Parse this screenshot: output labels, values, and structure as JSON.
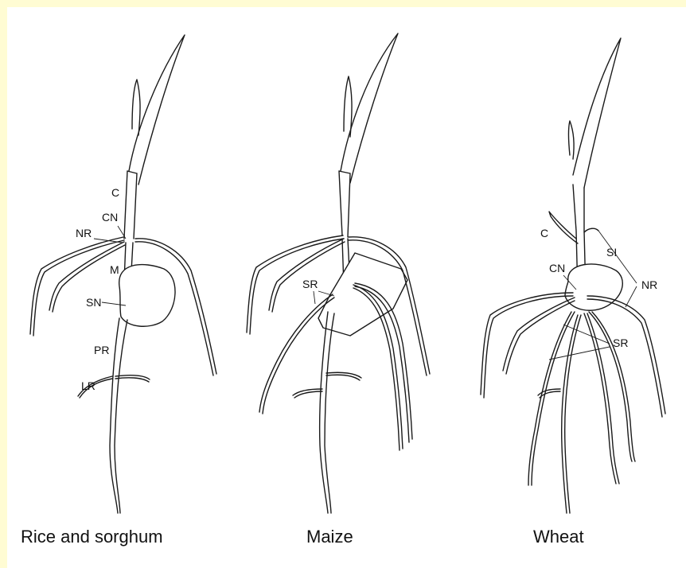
{
  "figure": {
    "captions": {
      "rice": "Rice and sorghum",
      "maize": "Maize",
      "wheat": "Wheat"
    },
    "labels": {
      "rice": {
        "c": "C",
        "cn": "CN",
        "nr": "NR",
        "m": "M",
        "sn": "SN",
        "pr": "PR",
        "lr": "LR"
      },
      "maize": {
        "sr": "SR"
      },
      "wheat": {
        "c": "C",
        "si": "SI",
        "cn": "CN",
        "nr": "NR",
        "sr": "SR"
      }
    }
  }
}
